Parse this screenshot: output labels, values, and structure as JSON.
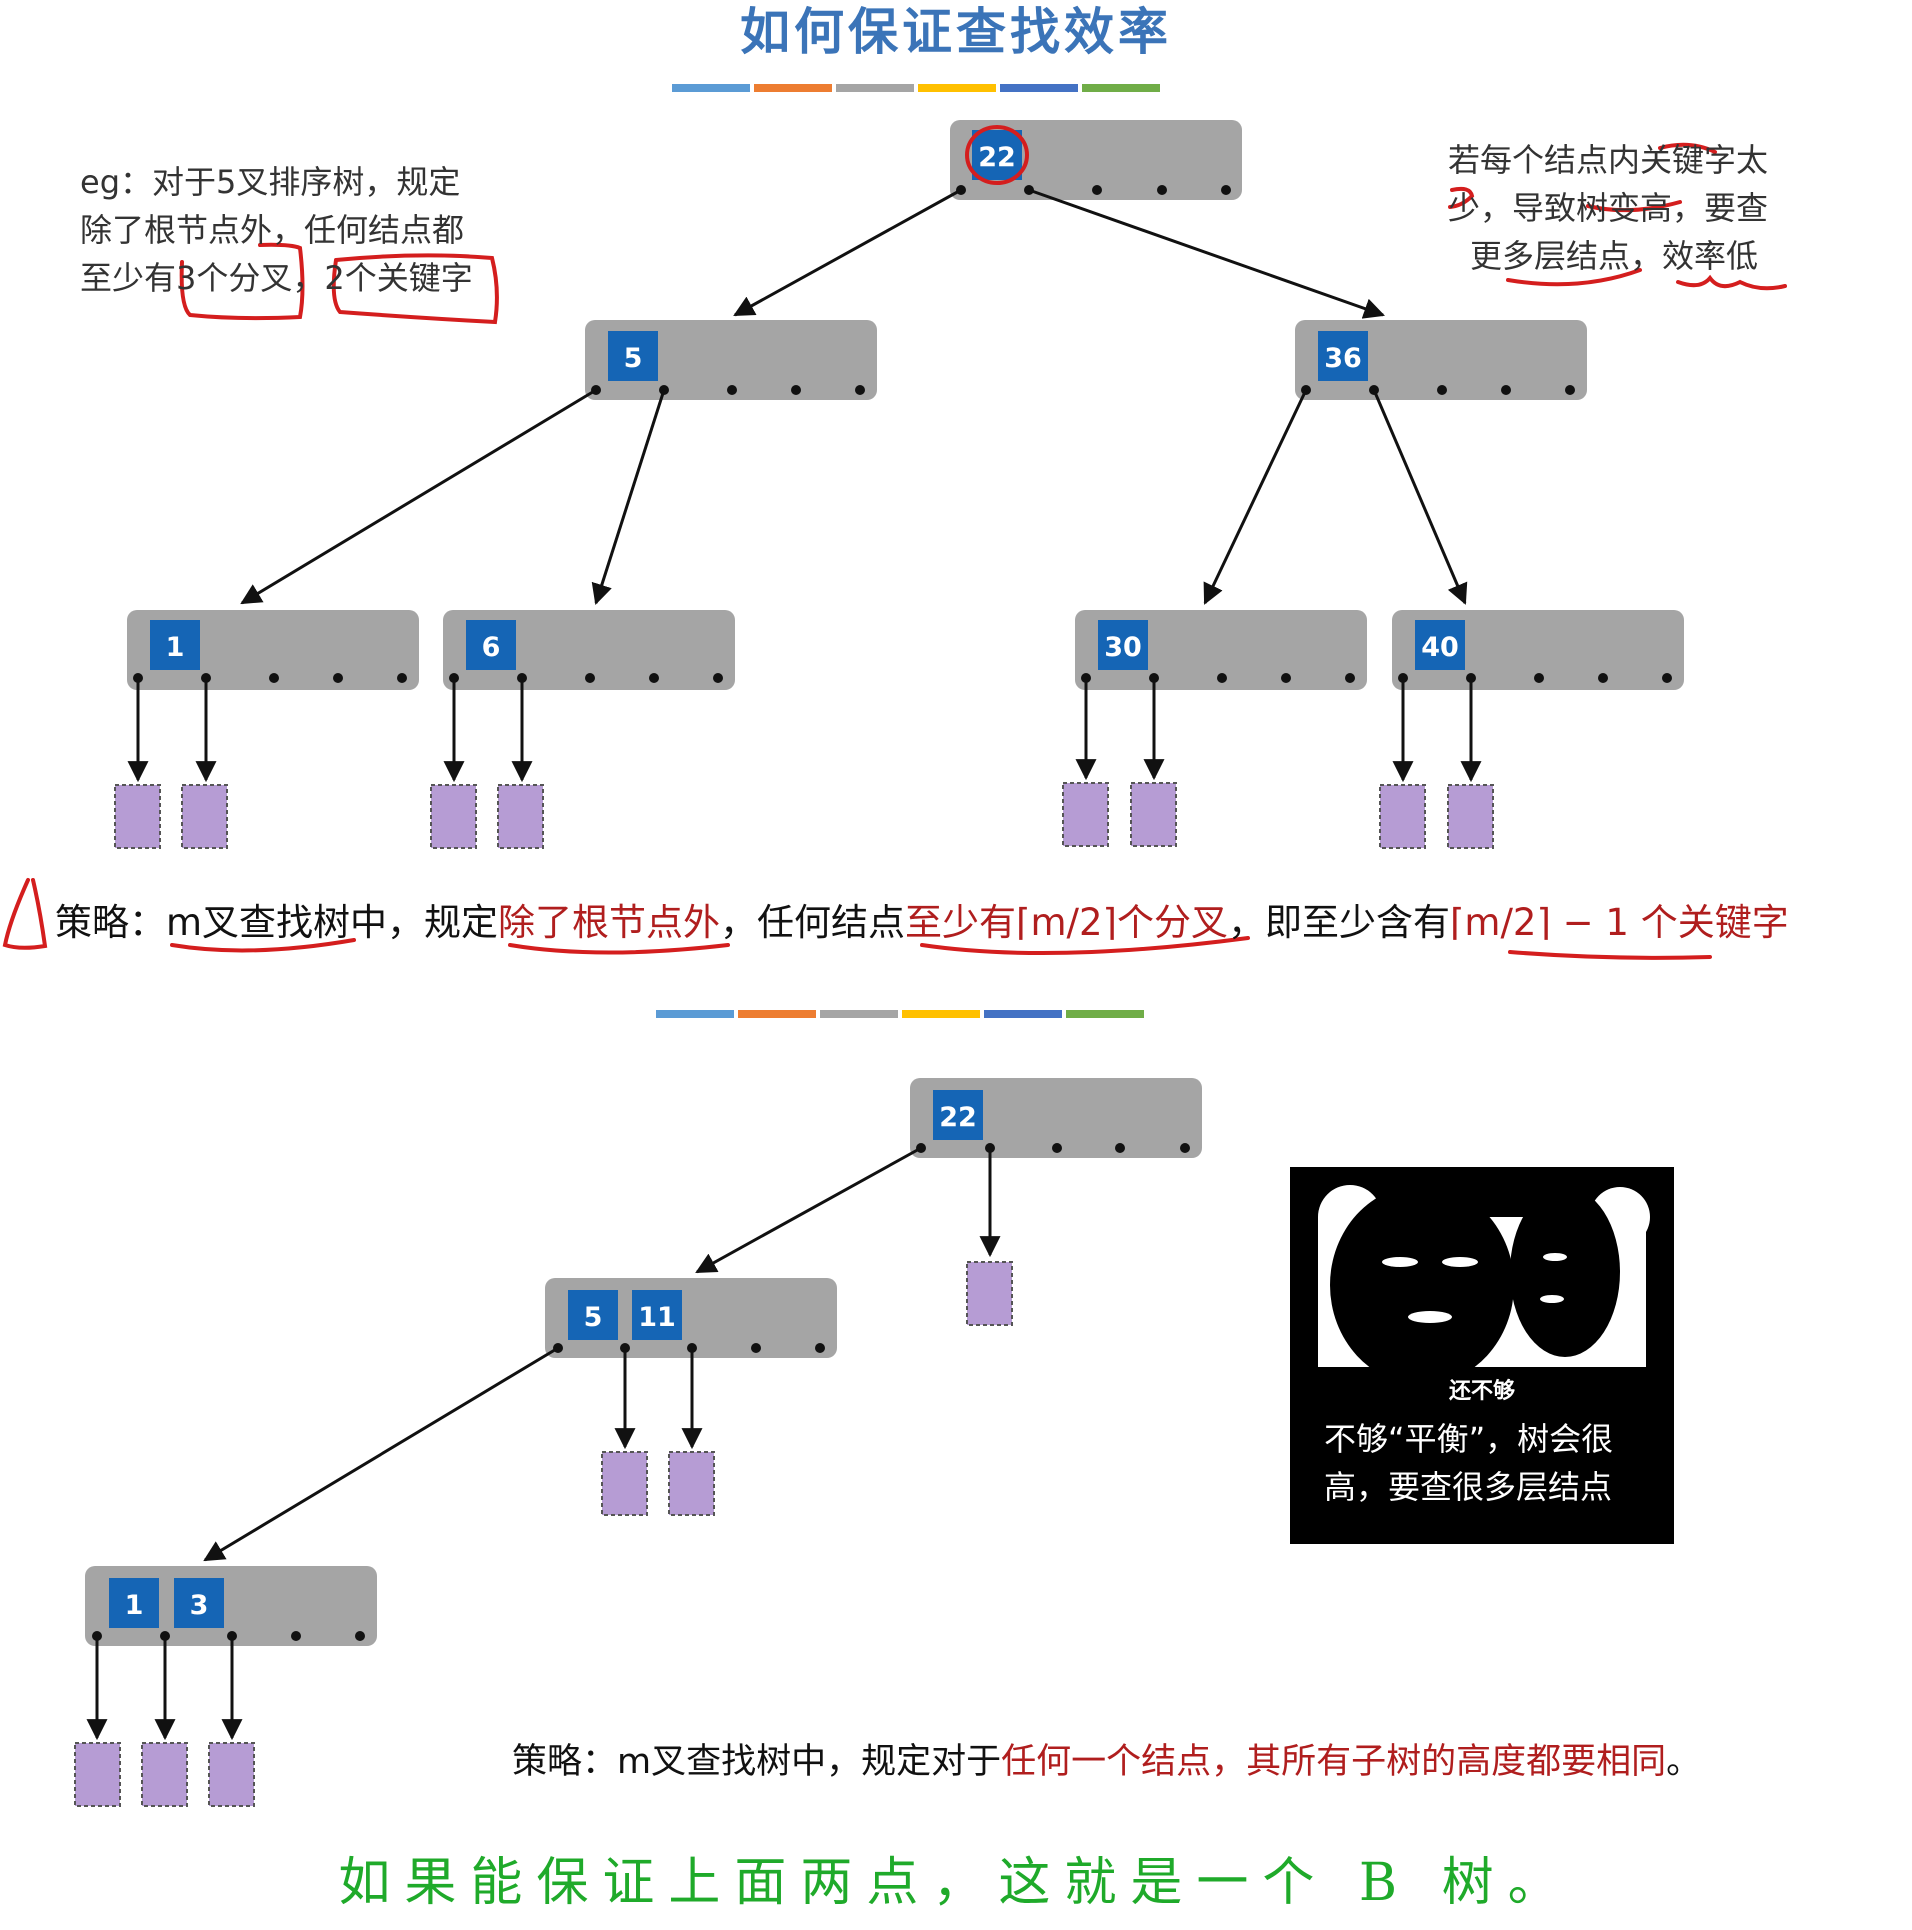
{
  "title": "如何保证查找效率",
  "color_bar": [
    "#5b9bd5",
    "#ed7d31",
    "#a5a5a5",
    "#ffc000",
    "#4472c4",
    "#70ad47"
  ],
  "colors": {
    "node_fill": "#a5a5a5",
    "key_fill": "#1565b5",
    "leaf_fill": "#b69cd4",
    "annotation_red": "#d41e1e",
    "title_blue": "#3b74b8",
    "conclusion_green": "#1faa2a"
  },
  "note_left": [
    "eg：对于5叉排序树，规定",
    "除了根节点外，任何结点都",
    "至少有3个分叉，2个关键字"
  ],
  "note_right": [
    "若每个结点内关键字太",
    "少，导致树变高，要查",
    "更多层结点，效率低"
  ],
  "tree1": {
    "root": "22",
    "level1": [
      "5",
      "36"
    ],
    "level2": [
      "1",
      "6",
      "30",
      "40"
    ]
  },
  "strategy1": {
    "prefix": "策略：m叉查找树中，规定",
    "hl1": "除了根节点外",
    "mid": "，任何结点",
    "hl2": "至少有⌈m/2⌉个分叉",
    "mid2": "，即至少含有",
    "hl3": "⌈m/2⌉ − 1 个关键字"
  },
  "tree2": {
    "root": "22",
    "level1": [
      "5",
      "11"
    ],
    "level2": [
      "1",
      "3"
    ]
  },
  "meme": {
    "caption": "还不够",
    "text": "不够“平衡”，树会很高，要查很多层结点"
  },
  "strategy2": {
    "prefix": "策略：m叉查找树中，规定对于",
    "hl": "任何一个结点，其所有子树的高度都要相同",
    "suffix": "。"
  },
  "conclusion": "如果能保证上面两点，这就是一个 B 树。"
}
